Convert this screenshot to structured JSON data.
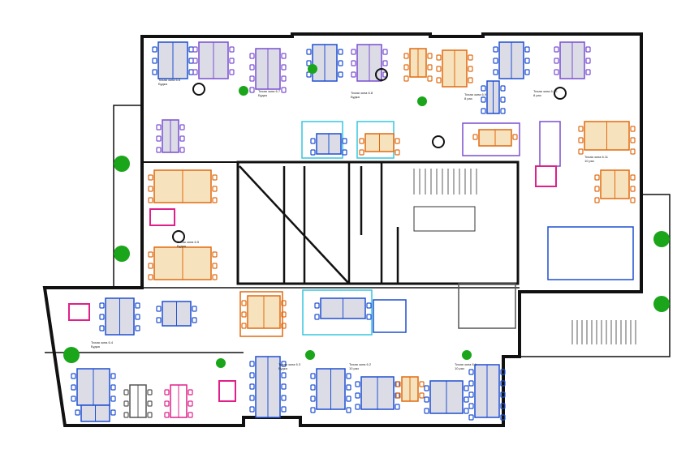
{
  "colors": {
    "wall": "#111111",
    "desk_blue": "#1f4fd0",
    "desk_purple": "#7a4fd0",
    "desk_orange": "#e06a10",
    "desk_fill": "#dcdce6",
    "wood_fill": "#f6e3bd",
    "magenta": "#e0208a",
    "plant": "#1aa51a",
    "glass": "#35c5e0",
    "yellow": "#f2c200"
  },
  "zones": [
    {
      "title": "Тихая зона 6.6",
      "sub": "Будка"
    },
    {
      "title": "Тихая зона 6.7",
      "sub": "Будка"
    },
    {
      "title": "Тихая зона 6.8",
      "sub": "Будка"
    },
    {
      "title": "Тихая зона 6.9",
      "sub": "8 раз"
    },
    {
      "title": "Тихая зона 6.10",
      "sub": "8 раз"
    },
    {
      "title": "Тихая зона 6.5",
      "sub": "Будка"
    },
    {
      "title": "Тихая зона 6.4",
      "sub": "Будка"
    },
    {
      "title": "Тихая зона 6.3",
      "sub": "Будка"
    },
    {
      "title": "Тихая зона 6.2",
      "sub": "10 раз"
    },
    {
      "title": "Тихая зона 6.1",
      "sub": "10 раз"
    },
    {
      "title": "Тихая зона 6.11",
      "sub": "10 раз"
    }
  ]
}
